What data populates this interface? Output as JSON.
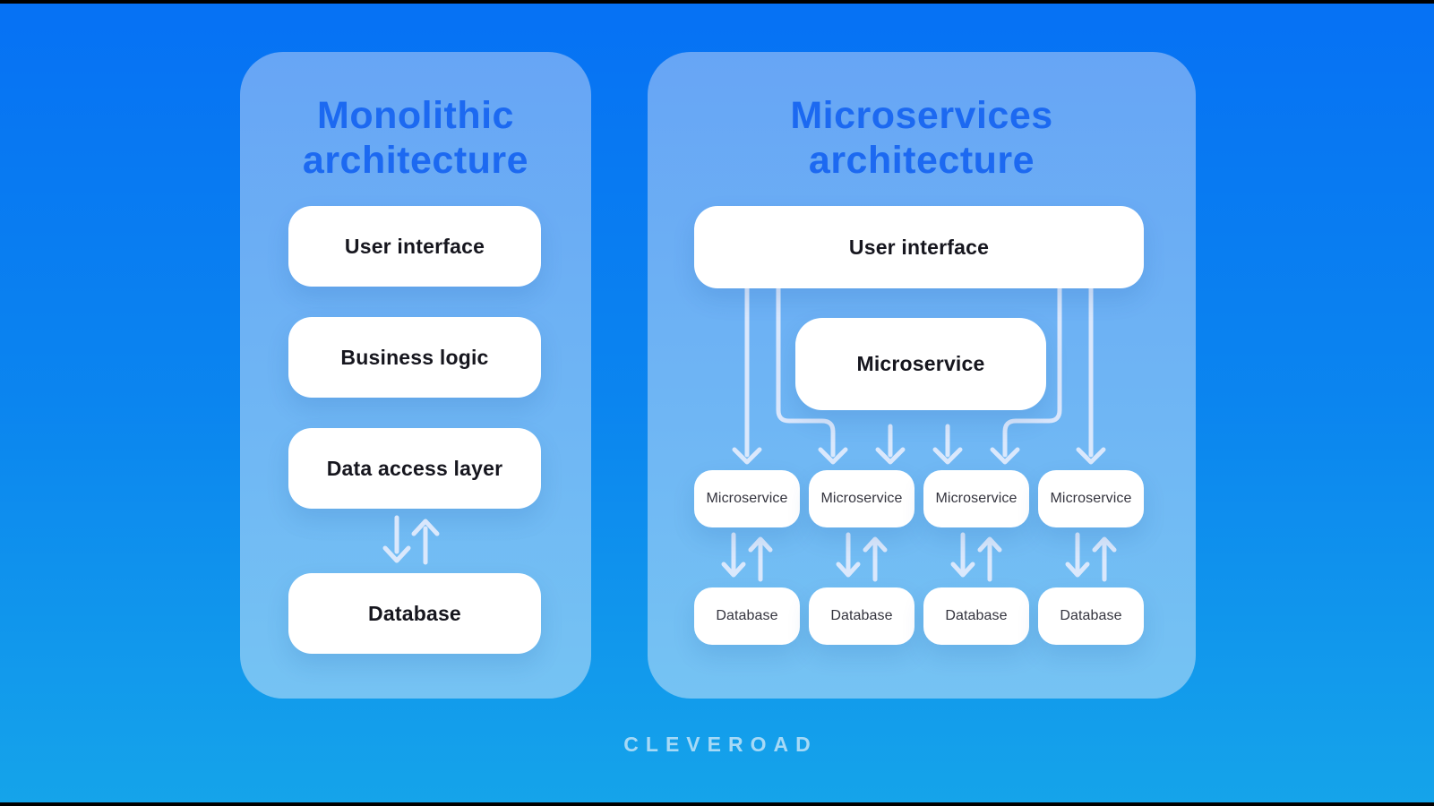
{
  "brand": {
    "wordmark": "CLEVEROAD"
  },
  "left_panel": {
    "title_line1": "Monolithic",
    "title_line2": "architecture",
    "boxes": [
      {
        "label": "User interface"
      },
      {
        "label": "Business logic"
      },
      {
        "label": "Data access layer"
      },
      {
        "label": "Database"
      }
    ]
  },
  "right_panel": {
    "title_line1": "Microservices",
    "title_line2": "architecture",
    "ui_box": {
      "label": "User interface"
    },
    "gateway_box": {
      "label": "Microservice"
    },
    "services": [
      {
        "label": "Microservice"
      },
      {
        "label": "Microservice"
      },
      {
        "label": "Microservice"
      },
      {
        "label": "Microservice"
      }
    ],
    "databases": [
      {
        "label": "Database"
      },
      {
        "label": "Database"
      },
      {
        "label": "Database"
      },
      {
        "label": "Database"
      }
    ]
  },
  "colors": {
    "background_top": "#0671f4",
    "background_bottom": "#15a4ea",
    "panel_top": "#67a5f5",
    "panel_bottom": "#75c3f3",
    "title_blue": "#1c69f1",
    "node_fill": "#ffffff",
    "node_text_dark": "#16161e",
    "node_text_small": "#34343e",
    "arrow": "#dfeafc",
    "wordmark": "#a6d9f6",
    "letterbox": "#000000"
  }
}
